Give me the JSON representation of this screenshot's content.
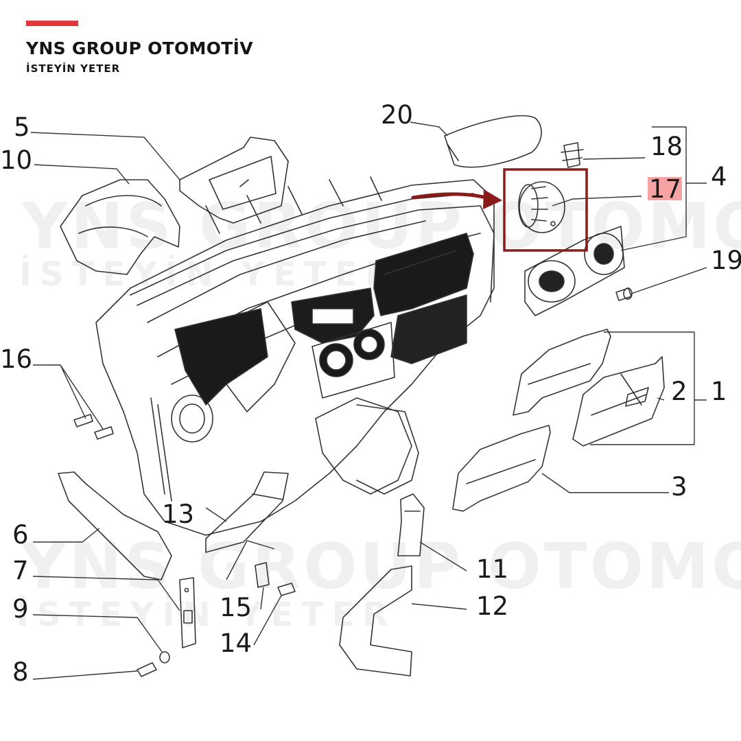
{
  "brand": {
    "name": "YNS GROUP OTOMOTİV",
    "tagline": "İSTEYİN YETER",
    "watermark_name": "YNS GROUP OTOMOTİV",
    "watermark_tagline": "İSTEYİN YETER",
    "accent_color": "#e2373b"
  },
  "callouts": {
    "c1": "1",
    "c2": "2",
    "c3": "3",
    "c4": "4",
    "c5": "5",
    "c6": "6",
    "c7": "7",
    "c8": "8",
    "c9": "9",
    "c10": "10",
    "c11": "11",
    "c12": "12",
    "c13": "13",
    "c14": "14",
    "c15": "15",
    "c16": "16",
    "c17": "17",
    "c18": "18",
    "c19": "19",
    "c20": "20"
  },
  "highlight": {
    "part": "17",
    "box_color": "#8b1a1a",
    "arrow_color": "#8b1a1a",
    "label_bg": "#f6a3a3"
  },
  "icons": {
    "arrow": "curved-arrow-icon"
  }
}
